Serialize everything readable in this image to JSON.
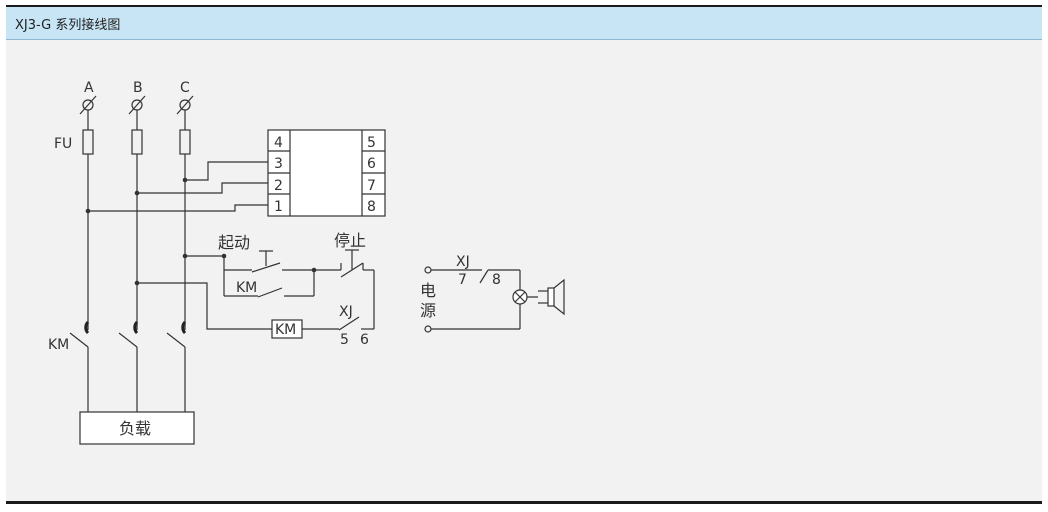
{
  "header": {
    "title": "XJ3-G 系列接线图"
  },
  "diagram": {
    "phases": [
      "A",
      "B",
      "C"
    ],
    "fuse_label": "FU",
    "relay_terminals_left": [
      "4",
      "3",
      "2",
      "1"
    ],
    "relay_terminals_right": [
      "5",
      "6",
      "7",
      "8"
    ],
    "start_label": "起动",
    "stop_label": "停止",
    "km_label": "KM",
    "coil_label": "KM",
    "xj_label": "XJ",
    "contact_5": "5",
    "contact_6": "6",
    "main_contactor_label": "KM",
    "load_label": "负载",
    "power_label_1": "电",
    "power_label_2": "源",
    "alarm_xj_label": "XJ",
    "alarm_contact_7": "7",
    "alarm_contact_8": "8"
  }
}
